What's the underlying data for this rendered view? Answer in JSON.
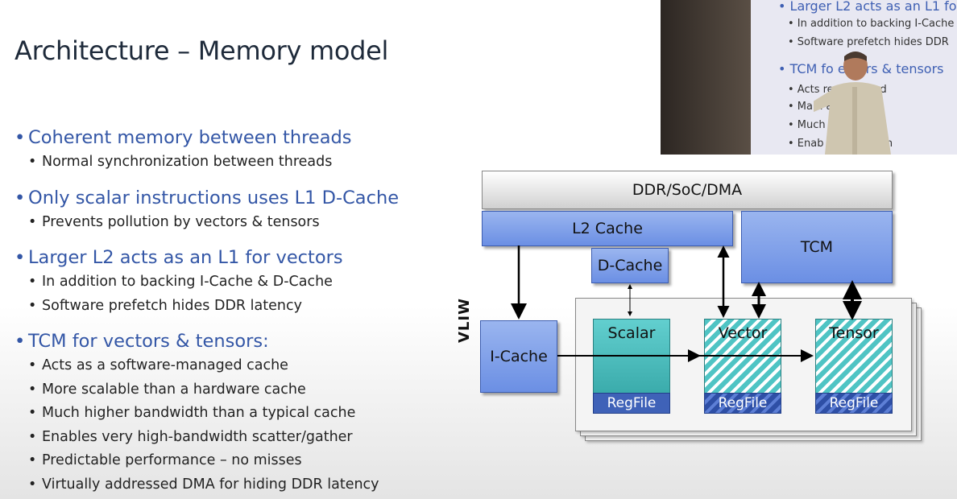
{
  "slide": {
    "title": "Architecture – Memory model",
    "bullets": [
      {
        "text": "Coherent memory between threads",
        "subs": [
          "Normal synchronization between threads"
        ]
      },
      {
        "text": "Only scalar instructions uses L1 D-Cache",
        "subs": [
          "Prevents pollution by vectors & tensors"
        ]
      },
      {
        "text": "Larger L2 acts as an L1 for vectors",
        "subs": [
          "In addition to backing I-Cache & D-Cache",
          "Software prefetch hides DDR latency"
        ]
      },
      {
        "text": "TCM for vectors & tensors:",
        "subs": [
          "Acts as a software-managed cache",
          "More scalable than a hardware cache",
          "Much higher bandwidth than a typical cache",
          "Enables very high-bandwidth scatter/gather",
          "Predictable performance – no misses",
          "Virtually addressed DMA for hiding DDR latency"
        ]
      }
    ]
  },
  "diagram": {
    "ddr": "DDR/SoC/DMA",
    "l2": "L2 Cache",
    "tcm": "TCM",
    "dcache": "D-Cache",
    "icache": "I-Cache",
    "vliw": "VLIW",
    "scalar": "Scalar",
    "vector": "Vector",
    "tensor": "Tensor",
    "regfile": "RegFile"
  },
  "video": {
    "lines": [
      "• Larger L2 acts as an L1 fo",
      "• In addition to backing I-Cache",
      "• Software prefetch hides DDR",
      "• TCM fo   ectors & tensors",
      "• Acts           re-managed",
      "• Ma          n a hardwa",
      "• Much          width than",
      "• Enab        n-bandwidth"
    ]
  },
  "colors": {
    "title": "#1e2a3a",
    "bullet": "#3356a6",
    "box_blue": "#6b8fe4",
    "teal": "#3aabab",
    "regfile": "#3f62b8"
  }
}
